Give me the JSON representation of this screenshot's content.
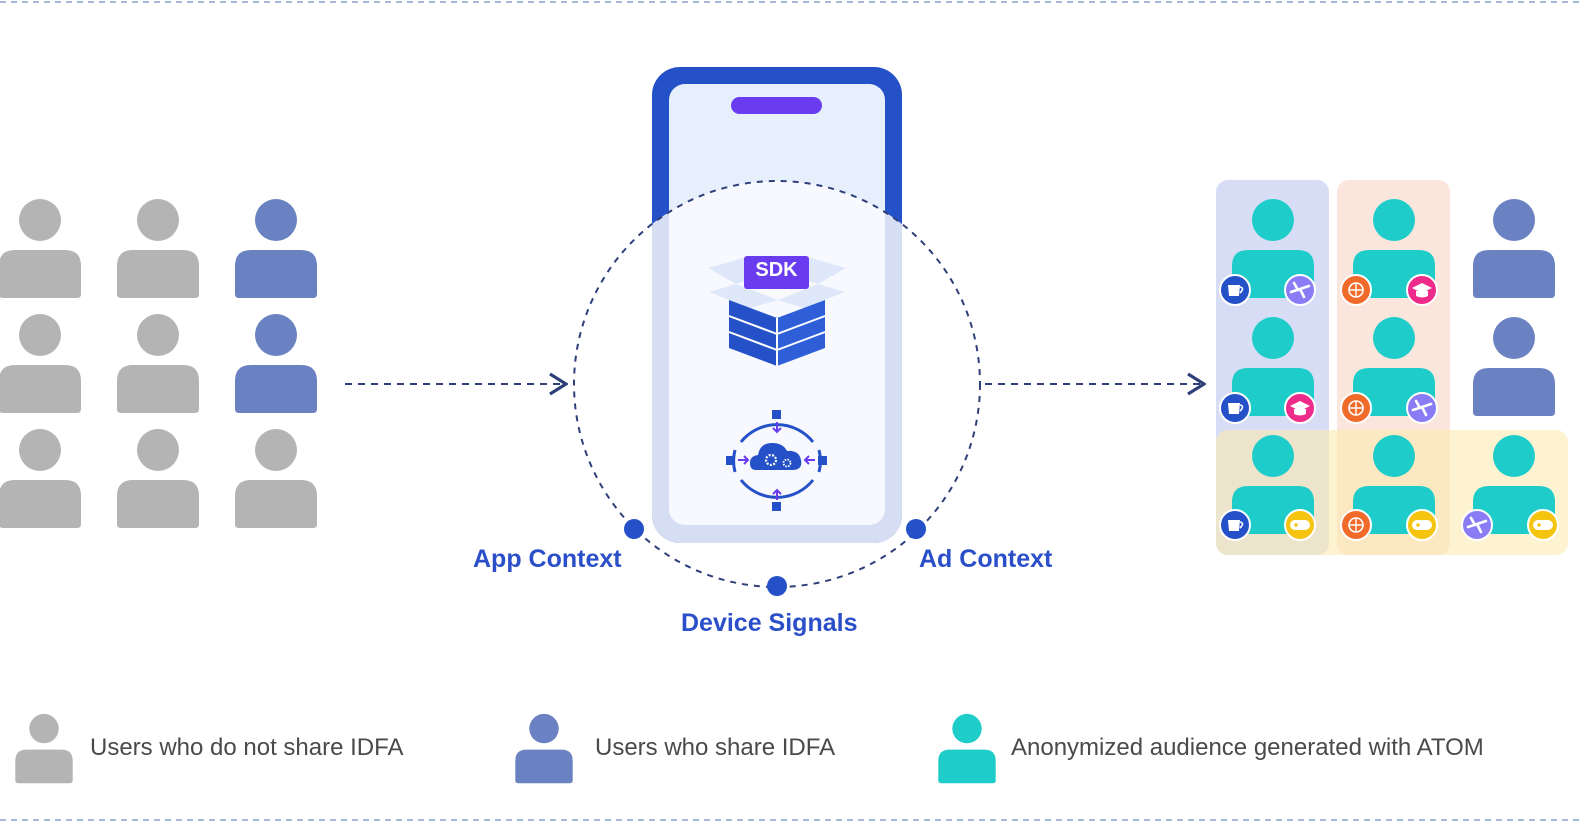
{
  "colors": {
    "grey_user": "#b4b4b4",
    "idfa_user": "#6b82c2",
    "atom_user": "#1ecdc9",
    "blue_accent": "#2a4fc9",
    "purple": "#6a3cf0"
  },
  "phone": {
    "sdk_label": "SDK"
  },
  "context_labels": {
    "app_context": "App Context",
    "device_signals": "Device Signals",
    "ad_context": "Ad Context"
  },
  "legend": [
    {
      "icon": "grey-user-icon",
      "text": "Users who do not share IDFA"
    },
    {
      "icon": "blue-user-icon",
      "text": "Users who share IDFA"
    },
    {
      "icon": "teal-user-icon",
      "text": "Anonymized audience generated with ATOM"
    }
  ]
}
